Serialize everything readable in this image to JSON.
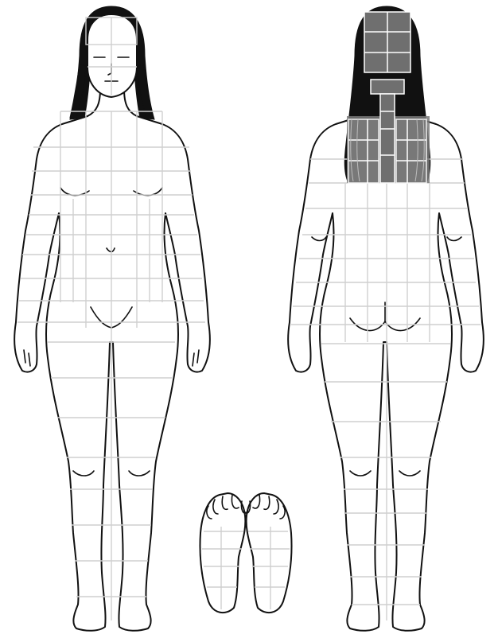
{
  "figures": [
    {
      "id": "front",
      "view": "front"
    },
    {
      "id": "back",
      "view": "back"
    },
    {
      "id": "soles",
      "view": "soles"
    }
  ],
  "colors": {
    "outline": "#111111",
    "hair": "#111111",
    "skin": "#ffffff",
    "grid": "#cfcfcf",
    "selected": "#6f6f6f",
    "selected_hair_overlay": "#7a7a7a",
    "background": "#ffffff"
  },
  "selected_regions": [
    "back-of-head",
    "nape-of-neck",
    "upper-spine",
    "upper-back-left",
    "upper-back-right"
  ]
}
